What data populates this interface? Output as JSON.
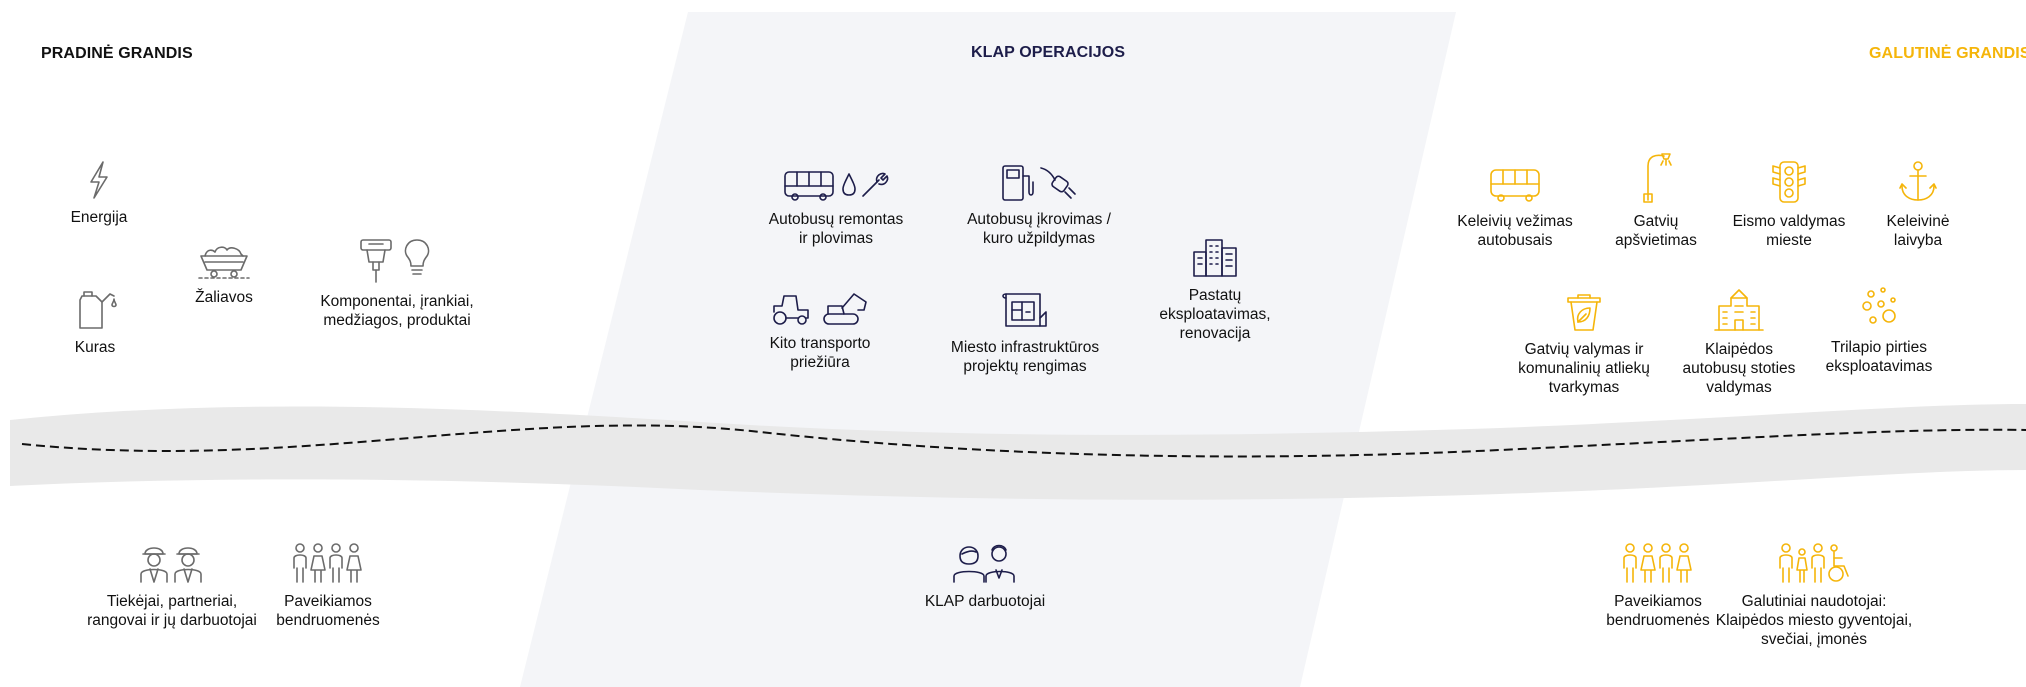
{
  "headings": {
    "upstream": "PRADINĖ GRANDIS",
    "operations": "KLAP OPERACIJOS",
    "downstream": "GALUTINĖ GRANDIS"
  },
  "colors": {
    "upstream_heading": "#111111",
    "operations_heading": "#1d1d4a",
    "downstream_heading": "#f5b50a",
    "upstream_icons": "#6b6b6b",
    "operations_icons": "#1d1d4a",
    "downstream_icons": "#f5b50a",
    "operations_band": "#f4f5f8",
    "wave_band": "#e9e9e9"
  },
  "upstream": {
    "energy": {
      "icon": "lightning-icon",
      "label": "Energija"
    },
    "fuel": {
      "icon": "fuel-canister-icon",
      "label": "Kuras"
    },
    "raw_materials": {
      "icon": "mine-cart-icon",
      "label": "Žaliavos"
    },
    "components": {
      "icon": "drill-lightbulb-icon",
      "label": "Komponentai, įrankiai,\nmedžiagos, produktai"
    }
  },
  "operations": {
    "bus_repair": {
      "icon": "bus-drop-wrench-icon",
      "label": "Autobusų remontas\nir plovimas"
    },
    "bus_charging": {
      "icon": "fuel-pump-plug-icon",
      "label": "Autobusų įkrovimas /\nkuro užpildymas"
    },
    "buildings": {
      "icon": "buildings-icon",
      "label": "Pastatų\neksploatavimas,\nrenovacija"
    },
    "other_transport": {
      "icon": "tractor-excavator-icon",
      "label": "Kito transporto\npriežiūra"
    },
    "infrastructure": {
      "icon": "blueprint-icon",
      "label": "Miesto infrastruktūros\nprojektų rengimas"
    }
  },
  "downstream": {
    "passenger": {
      "icon": "bus-icon",
      "label": "Keleivių vežimas\nautobusais"
    },
    "lighting": {
      "icon": "street-lamp-icon",
      "label": "Gatvių\napšvietimas"
    },
    "traffic": {
      "icon": "traffic-light-icon",
      "label": "Eismo valdymas\nmieste"
    },
    "shipping": {
      "icon": "anchor-icon",
      "label": "Keleivinė\nlaivyba"
    },
    "cleaning": {
      "icon": "waste-bin-leaf-icon",
      "label": "Gatvių valymas ir\nkomunalinių atliekų\ntvarkymas"
    },
    "station": {
      "icon": "station-building-icon",
      "label": "Klaipėdos\nautobusų stoties\nvaldymas"
    },
    "trilapis": {
      "icon": "bubbles-icon",
      "label": "Trilapio pirties\neksploatavimas"
    }
  },
  "stakeholders": {
    "suppliers": {
      "icon": "workers-helmets-icon",
      "label": "Tiekėjai, partneriai,\nrangovai ir jų darbuotojai"
    },
    "communities_left": {
      "icon": "community-people-icon",
      "label": "Paveikiamos\nbendruomenės"
    },
    "employees": {
      "icon": "employees-icon",
      "label": "KLAP darbuotojai"
    },
    "communities_right": {
      "icon": "community-people-icon",
      "label": "Paveikiamos\nbendruomenės"
    },
    "end_users": {
      "icon": "end-users-wheelchair-icon",
      "label": "Galutiniai naudotojai:\nKlaipėdos miesto gyventojai,\nsvečiai, įmonės"
    }
  }
}
